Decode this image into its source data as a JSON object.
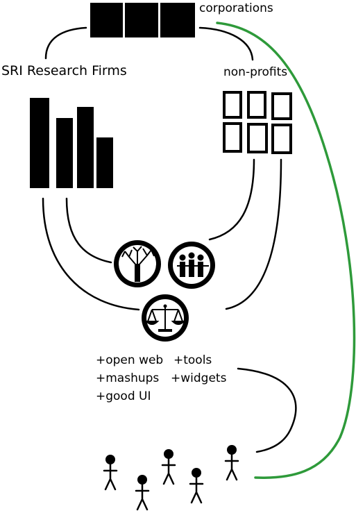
{
  "labels": {
    "corporations": "corporations",
    "sri_research_firms": "SRI Research Firms",
    "non_profits": "non-profits"
  },
  "features": [
    "+open web",
    "+tools",
    "+mashups",
    "+widgets",
    "+good UI"
  ],
  "icons": {
    "corporations": "solid-block-icons",
    "sri": "bar-chart-icon",
    "non_profits": "outlined-grid-icon",
    "tree": "tree-icon",
    "people": "people-icon",
    "justice": "scales-of-justice-icon",
    "users": "stick-figure-icon"
  },
  "colors": {
    "ink": "#000000",
    "green_link": "#2e9a3a"
  }
}
